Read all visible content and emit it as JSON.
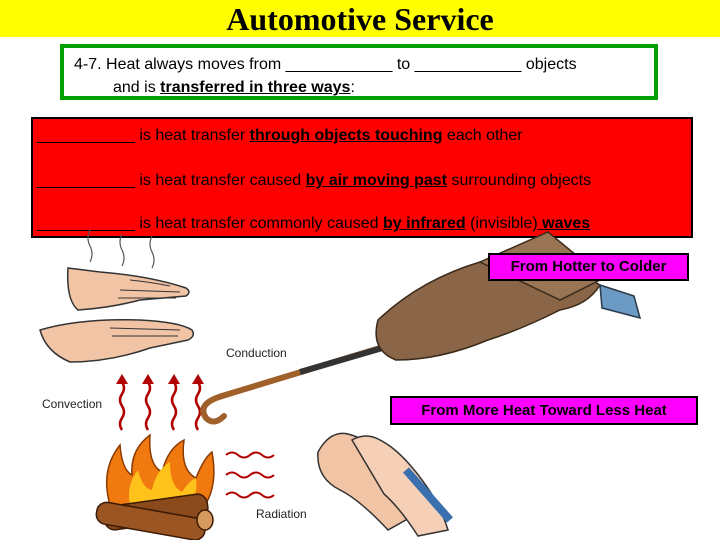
{
  "header": {
    "title": "Automotive Service"
  },
  "question": {
    "line1": "4-7.  Heat always moves from ____________ to ____________ objects",
    "line2_prefix": "and is ",
    "line2_emph": "transferred in three ways",
    "line2_suffix": ":"
  },
  "methods": [
    {
      "blank": "___________",
      "pre": " is heat transfer ",
      "emph": "through objects touching",
      "post": " each other"
    },
    {
      "blank": "___________",
      "pre": " is heat transfer caused ",
      "emph": "by air moving past",
      "post": " surrounding objects"
    },
    {
      "blank": "___________",
      "pre": " is heat transfer commonly caused ",
      "emph": "by infrared",
      "post": " (invisible)",
      "emph2": " waves"
    }
  ],
  "callouts": {
    "hotter_to_colder": "From Hotter to Colder",
    "more_to_less": "From More Heat Toward Less Heat"
  },
  "illustration": {
    "conduction_label": "Conduction",
    "convection_label": "Convection",
    "radiation_label": "Radiation"
  },
  "colors": {
    "title_bg": "#ffff00",
    "question_border": "#00a000",
    "methods_bg": "#ff0000",
    "callout_bg": "#ff00ff"
  }
}
